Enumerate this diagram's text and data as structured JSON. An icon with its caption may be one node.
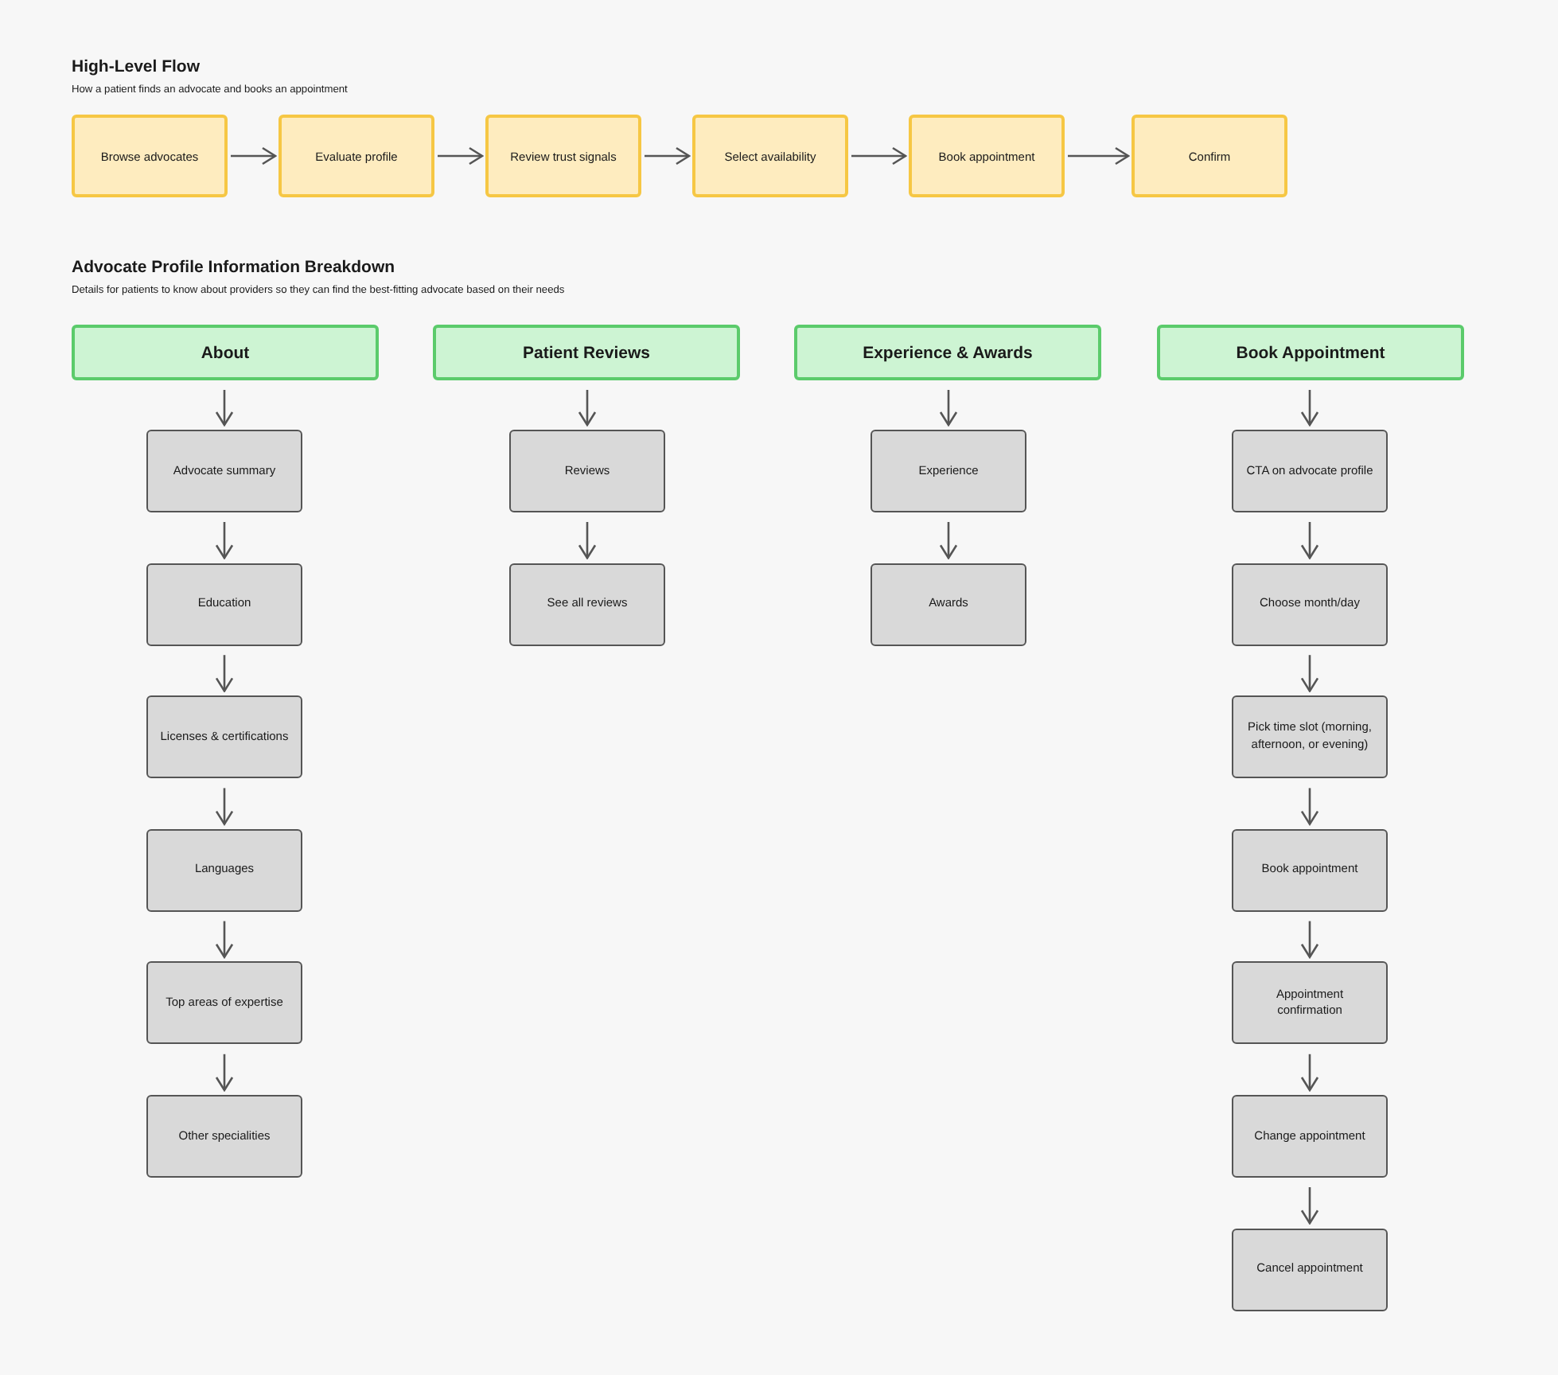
{
  "diagram": {
    "nodes": [
      {
        "text": [
          "Browse advocates"
        ]
      },
      {
        "text": [
          "Evaluate profile"
        ]
      },
      {
        "text": [
          "Review trust signals"
        ]
      },
      {
        "text": [
          "Select availability"
        ]
      },
      {
        "text": [
          "Book appointment"
        ]
      },
      {
        "text": [
          "Confirm"
        ]
      },
      {
        "text": [
          "About"
        ]
      },
      {
        "text": [
          "Patient Reviews"
        ]
      },
      {
        "text": [
          "Experience & Awards"
        ]
      },
      {
        "text": [
          "Book Appointment"
        ]
      },
      {
        "text": [
          "Advocate summary"
        ]
      },
      {
        "text": [
          "Education"
        ]
      },
      {
        "text": [
          "Licenses & certifications"
        ]
      },
      {
        "text": [
          "Languages"
        ]
      },
      {
        "text": [
          "Top areas of expertise"
        ]
      },
      {
        "text": [
          "Other specialities"
        ]
      },
      {
        "text": [
          "Reviews"
        ]
      },
      {
        "text": [
          "See all reviews"
        ]
      },
      {
        "text": [
          "Experience"
        ]
      },
      {
        "text": [
          "Awards"
        ]
      },
      {
        "text": [
          "CTA on advocate profile"
        ]
      },
      {
        "text": [
          "Choose month/day"
        ]
      },
      {
        "text": [
          "Pick time slot (morning, afternoon, or evening)"
        ]
      },
      {
        "text": [
          "Book appointment"
        ]
      },
      {
        "text": [
          "Appointment confirmation"
        ]
      },
      {
        "text": [
          "Change appointment"
        ]
      },
      {
        "text": [
          "Cancel appointment"
        ]
      }
    ],
    "edges": [
      {
        "from": 0,
        "to": 1,
        "arrow": "to"
      },
      {
        "from": 1,
        "to": 2,
        "arrow": "to"
      },
      {
        "from": 2,
        "to": 3,
        "arrow": "to"
      },
      {
        "from": 3,
        "to": 4,
        "arrow": "to"
      },
      {
        "from": 4,
        "to": 5,
        "arrow": "to"
      },
      {
        "from": 6,
        "to": 10,
        "arrow": "to"
      },
      {
        "from": 10,
        "to": 11,
        "arrow": "to"
      },
      {
        "from": 11,
        "to": 12,
        "arrow": "to"
      },
      {
        "from": 12,
        "to": 13,
        "arrow": "to"
      },
      {
        "from": 13,
        "to": 14,
        "arrow": "to"
      },
      {
        "from": 14,
        "to": 15,
        "arrow": "to"
      },
      {
        "from": 7,
        "to": 16,
        "arrow": "to"
      },
      {
        "from": 16,
        "to": 17,
        "arrow": "to"
      },
      {
        "from": 8,
        "to": 18,
        "arrow": "to"
      },
      {
        "from": 18,
        "to": 19,
        "arrow": "to"
      },
      {
        "from": 9,
        "to": 20,
        "arrow": "to"
      },
      {
        "from": 20,
        "to": 21,
        "arrow": "to"
      },
      {
        "from": 21,
        "to": 22,
        "arrow": "to"
      },
      {
        "from": 22,
        "to": 23,
        "arrow": "to"
      },
      {
        "from": 23,
        "to": 24,
        "arrow": "to"
      },
      {
        "from": 24,
        "to": 25,
        "arrow": "to"
      },
      {
        "from": 25,
        "to": 26,
        "arrow": "to"
      }
    ],
    "labels": [
      "High-Level Flow",
      "How a patient finds an advocate and books an appointment",
      "Advocate Profile Information Breakdown",
      "Details for patients to know about providers so they can find the best-fitting advocate based on their needs"
    ]
  }
}
